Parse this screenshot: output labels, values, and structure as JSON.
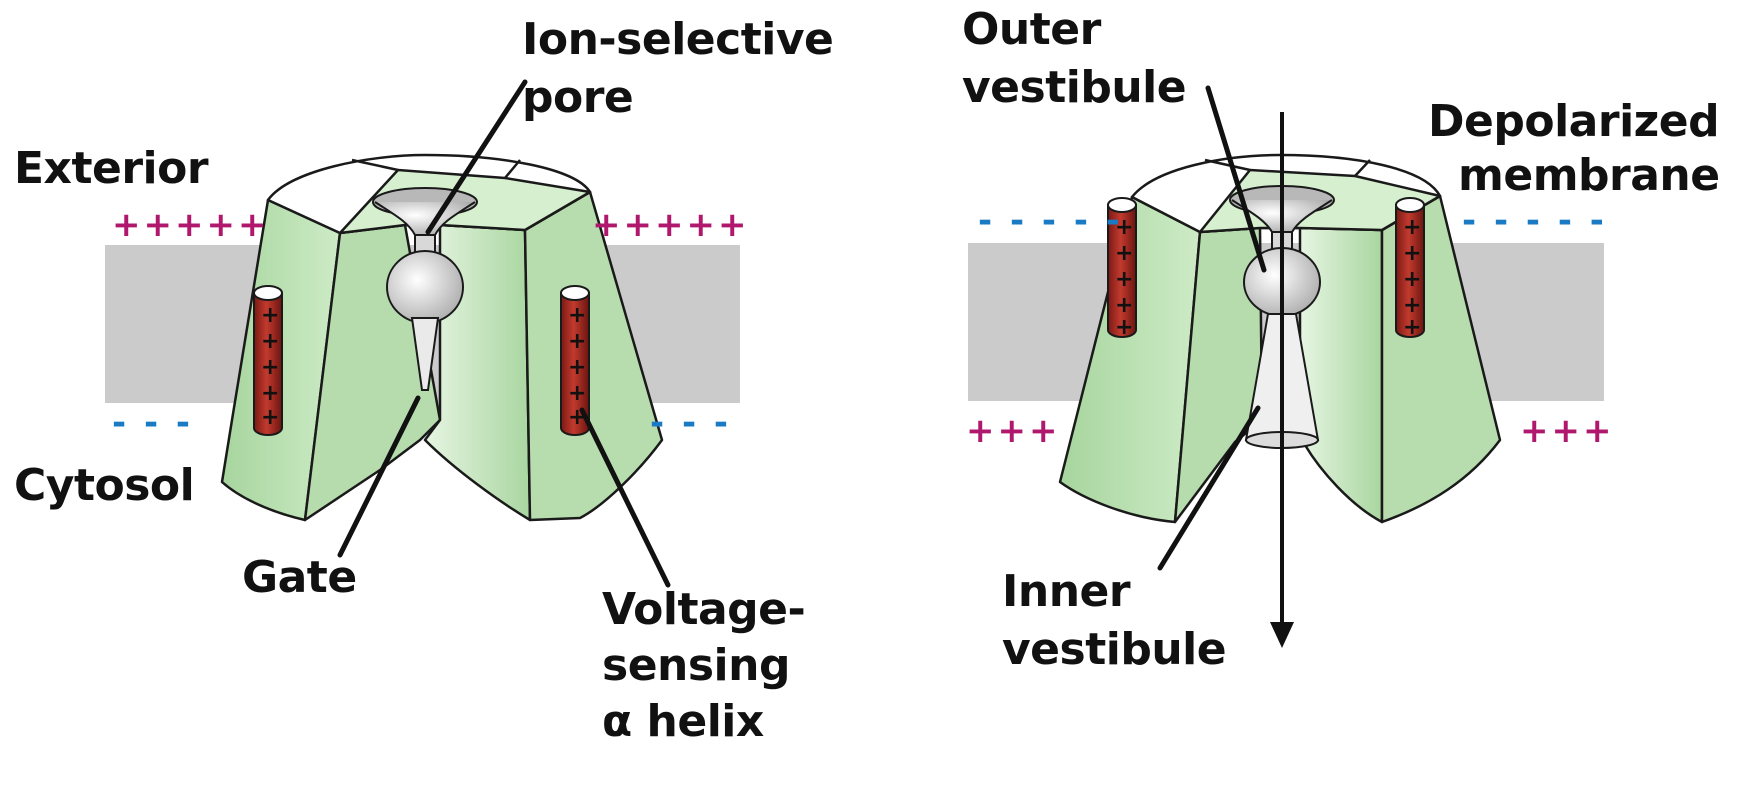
{
  "colors": {
    "membrane": "#cbcbcb",
    "protein_fill": "#c9e8c2",
    "protein_dark": "#9fcf96",
    "protein_light": "#e8f6e4",
    "helix": "#b8352b",
    "positive_charge": "#b0186e",
    "negative_charge": "#1a7ac4",
    "pore": "#d8d8d8"
  },
  "left_panel": {
    "labels": {
      "exterior": "Exterior",
      "cytosol": "Cytosol",
      "pore_line1": "Ion-selective",
      "pore_line2": "pore",
      "gate": "Gate",
      "helix_line1": "Voltage-",
      "helix_line2": "sensing",
      "helix_line3": "α helix"
    },
    "charges": {
      "top_left": "+++++",
      "top_right": "+++++",
      "bottom_left": "- - -",
      "bottom_right": "- - -"
    },
    "helix_charge_symbol": "+"
  },
  "right_panel": {
    "labels": {
      "outer_line1": "Outer",
      "outer_line2": "vestibule",
      "depol_line1": "Depolarized",
      "depol_line2": "membrane",
      "inner_line1": "Inner",
      "inner_line2": "vestibule"
    },
    "charges": {
      "top_left": "- - - - -",
      "top_right": "- - - - -",
      "bottom_left": "+++",
      "bottom_right": "+++"
    },
    "helix_charge_symbol": "+"
  }
}
